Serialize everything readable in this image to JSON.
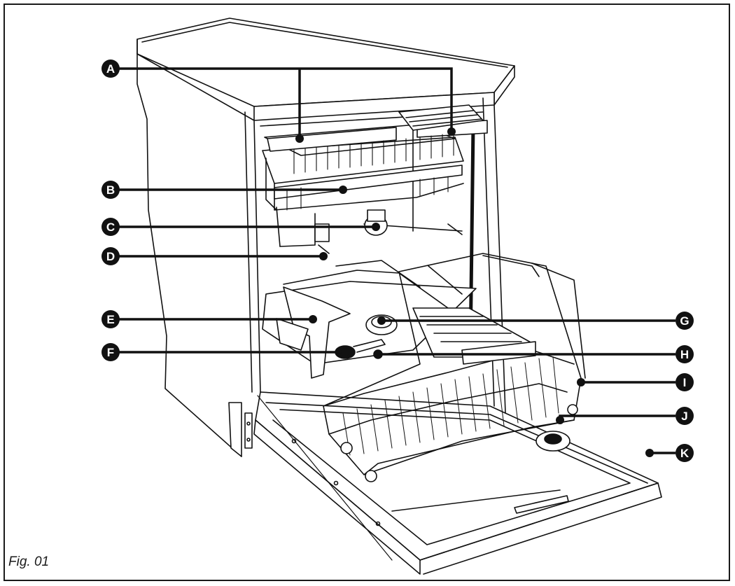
{
  "figure": {
    "caption": "Fig. 01",
    "colors": {
      "ink": "#111111",
      "paper": "#ffffff",
      "label_fill": "#111111",
      "label_text": "#ffffff"
    }
  },
  "callouts": [
    {
      "id": "A",
      "text": "A"
    },
    {
      "id": "B",
      "text": "B"
    },
    {
      "id": "C",
      "text": "C"
    },
    {
      "id": "D",
      "text": "D"
    },
    {
      "id": "E",
      "text": "E"
    },
    {
      "id": "F",
      "text": "F"
    },
    {
      "id": "G",
      "text": "G"
    },
    {
      "id": "H",
      "text": "H"
    },
    {
      "id": "I",
      "text": "I"
    },
    {
      "id": "J",
      "text": "J"
    },
    {
      "id": "K",
      "text": "K"
    }
  ]
}
